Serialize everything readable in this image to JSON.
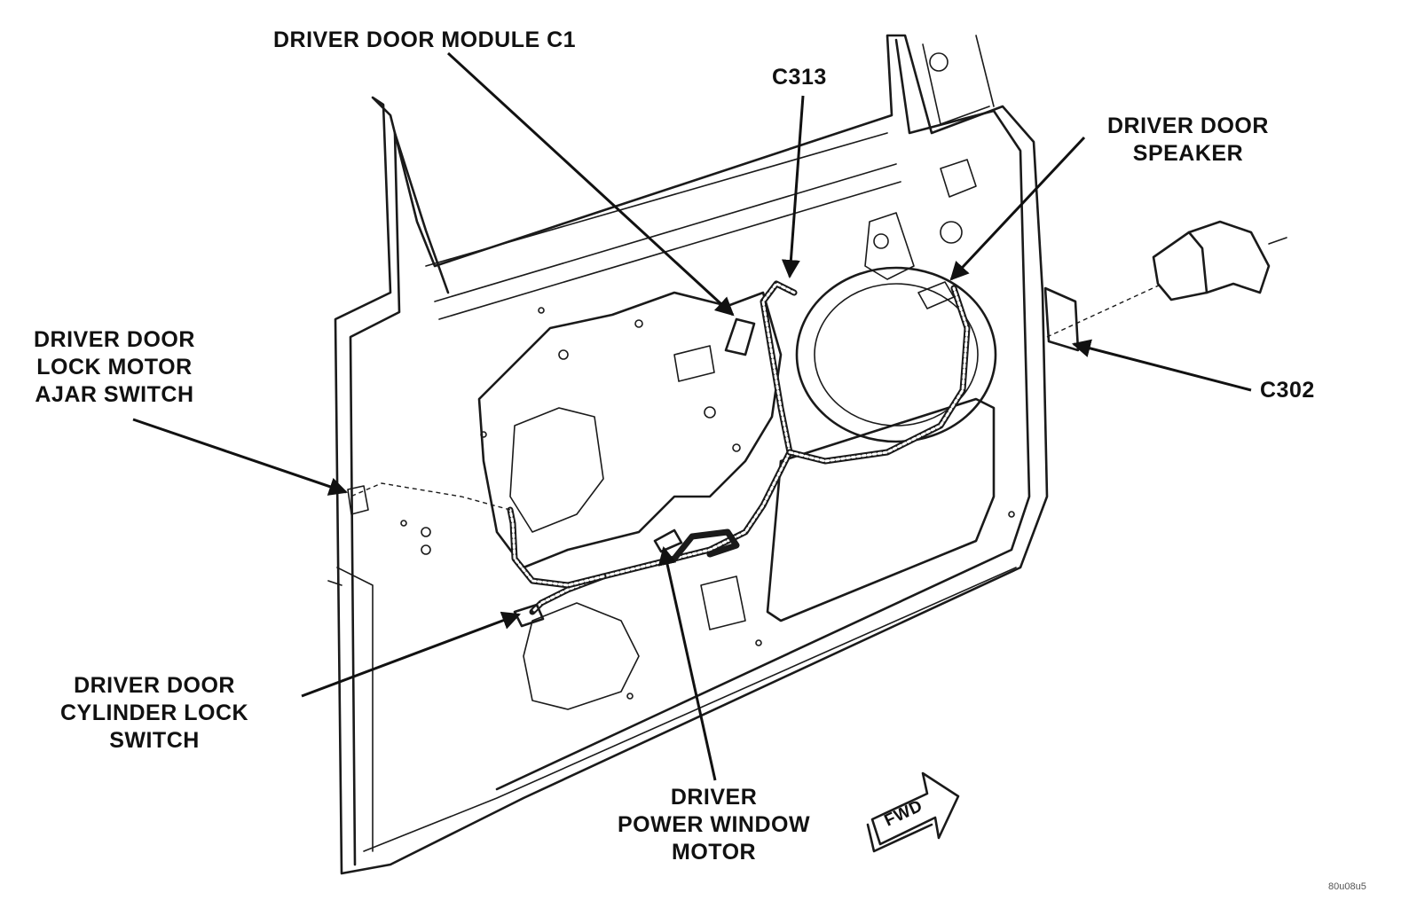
{
  "labels": {
    "module_c1": "DRIVER DOOR MODULE C1",
    "c313": "C313",
    "speaker": [
      "DRIVER DOOR",
      "SPEAKER"
    ],
    "lock_motor": [
      "DRIVER DOOR",
      "LOCK MOTOR",
      "AJAR SWITCH"
    ],
    "c302": "C302",
    "cylinder_lock": [
      "DRIVER DOOR",
      "CYLINDER LOCK",
      "SWITCH"
    ],
    "window_motor": [
      "DRIVER",
      "POWER WINDOW",
      "MOTOR"
    ],
    "fwd": "FWD",
    "figure_id": "80u08u5"
  },
  "colors": {
    "ink": "#111111",
    "paper": "#ffffff"
  }
}
